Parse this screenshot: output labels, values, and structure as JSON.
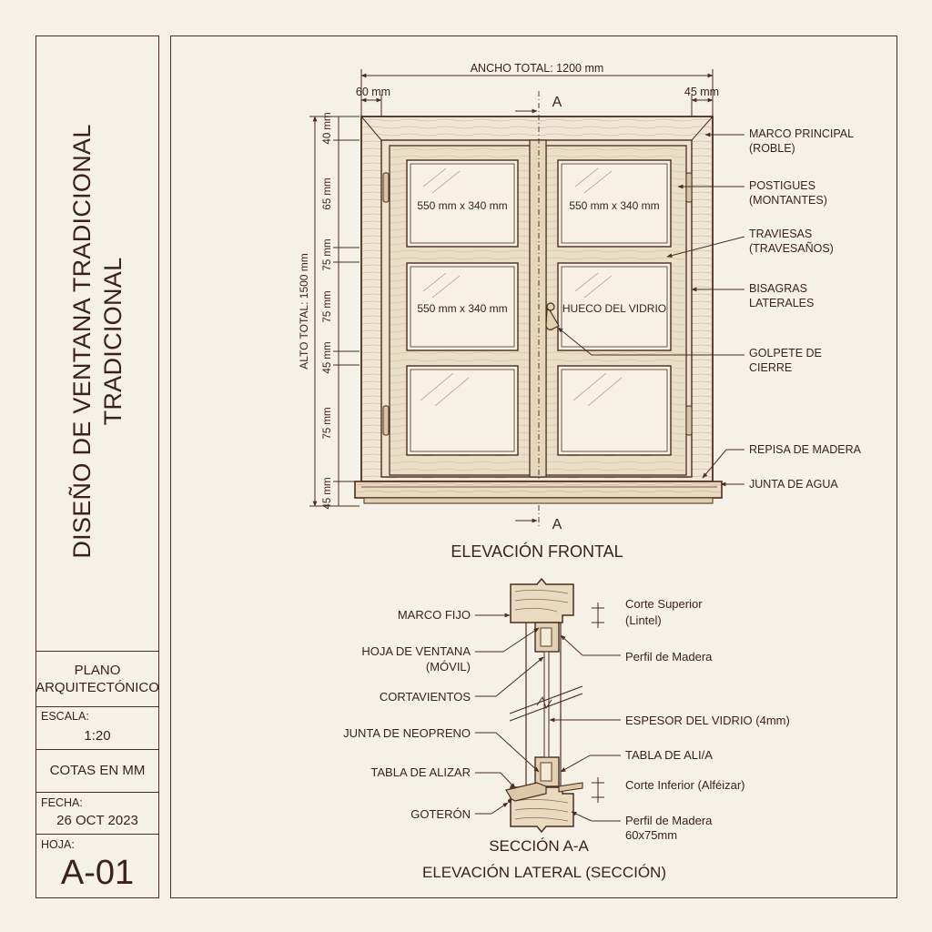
{
  "title_block": {
    "title_line1": "DISEÑO DE VENTANA TRADICIONAL",
    "title_line2": "TRADICIONAL",
    "plan_type_line1": "PLANO",
    "plan_type_line2": "ARQUITECTÓNICO",
    "scale_label": "ESCALA:",
    "scale_value": "1:20",
    "units": "COTAS EN MM",
    "date_label": "FECHA:",
    "date_value": "26 OCT 2023",
    "sheet_label": "HOJA:",
    "sheet_value": "A-01"
  },
  "elevation": {
    "title": "ELEVACIÓN FRONTAL",
    "total_width": "ANCHO TOTAL: 1200 mm",
    "total_height": "ALTO TOTAL: 1500 mm",
    "left_width": "60 mm",
    "right_width": "45 mm",
    "section_marker": "A",
    "vertical_dims": [
      "40 mm",
      "65 mm",
      "75 mm",
      "75 mm",
      "45 mm",
      "75 mm",
      "45 mm"
    ],
    "pane_labels": [
      "550 mm x 340 mm",
      "550 mm x 340 mm",
      "550 mm x 340 mm",
      "HUECO DEL VIDRIO"
    ],
    "callouts": [
      {
        "line1": "MARCO PRINCIPAL",
        "line2": "(ROBLE)"
      },
      {
        "line1": "POSTIGUES",
        "line2": "(MONTANTES)"
      },
      {
        "line1": "TRAVIESAS",
        "line2": "(TRAVESAÑOS)"
      },
      {
        "line1": "BISAGRAS",
        "line2": "LATERALES"
      },
      {
        "line1": "GOLPETE DE",
        "line2": "CIERRE"
      },
      {
        "line1": "REPISA DE MADERA",
        "line2": ""
      },
      {
        "line1": "JUNTA DE AGUA",
        "line2": ""
      }
    ]
  },
  "section": {
    "title": "SECCIÓN A-A",
    "subtitle": "ELEVACIÓN LATERAL (SECCIÓN)",
    "left_labels": [
      {
        "line1": "MARCO FIJO",
        "line2": ""
      },
      {
        "line1": "HOJA DE VENTANA",
        "line2": "(MÓVIL)"
      },
      {
        "line1": "CORTAVIENTOS",
        "line2": ""
      },
      {
        "line1": "JUNTA DE NEOPRENO",
        "line2": ""
      },
      {
        "line1": "TABLA DE ALIZAR",
        "line2": ""
      },
      {
        "line1": "GOTERÓN",
        "line2": ""
      }
    ],
    "right_labels": [
      {
        "line1": "Corte Superior",
        "line2": "(Lintel)"
      },
      {
        "line1": "Perfil de Madera",
        "line2": ""
      },
      {
        "line1": "ESPESOR DEL VIDRIO (4mm)",
        "line2": ""
      },
      {
        "line1": "TABLA DE ALI/A",
        "line2": ""
      },
      {
        "line1": "Corte Inferior (Alféizar)",
        "line2": ""
      },
      {
        "line1": "Perfil de Madera",
        "line2": "60x75mm"
      }
    ]
  }
}
